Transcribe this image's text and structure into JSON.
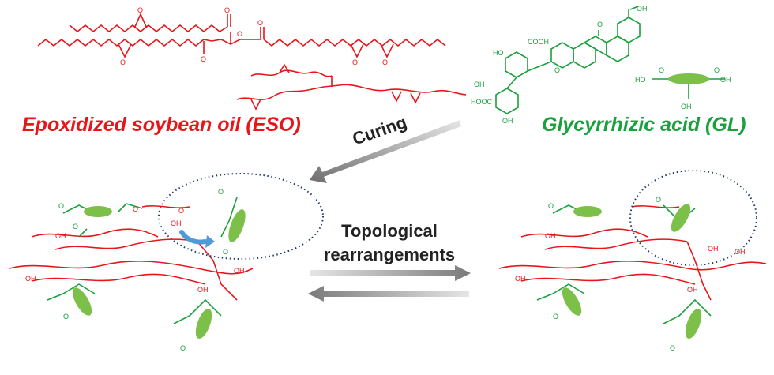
{
  "labels": {
    "eso": "Epoxidized soybean oil (ESO)",
    "gl": "Glycyrrhizic acid (GL)",
    "curing": "Curing",
    "topo_line1": "Topological",
    "topo_line2": "rearrangements"
  },
  "atoms": {
    "o": "O",
    "oh": "OH",
    "ho": "HO",
    "cooh": "COOH",
    "hooc": "HOOC"
  },
  "colors": {
    "eso": "#e8161b",
    "gl": "#1aa03d",
    "ellipse_fill": "#7cc04a",
    "arrow_gray": "#8a8a8a",
    "dotted": "#1f3a6b",
    "blue_arrow": "#4f9bd9"
  },
  "icons": [
    "curing-arrow",
    "equilibrium-arrows",
    "curved-blue-arrow",
    "dotted-ellipse"
  ]
}
